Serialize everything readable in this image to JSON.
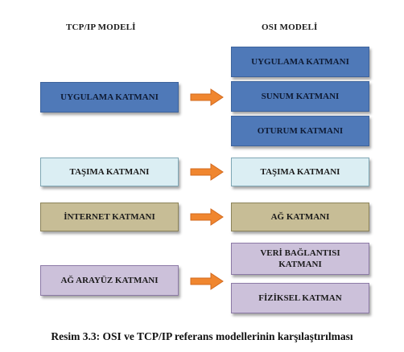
{
  "headers": {
    "tcpip": "TCP/IP MODELİ",
    "osi": "OSI MODELİ"
  },
  "tcpip_layers": [
    "UYGULAMA KATMANI",
    "TAŞIMA KATMANI",
    "İNTERNET KATMANI",
    "AĞ ARAYÜZ KATMANI"
  ],
  "osi_layers": [
    "UYGULAMA KATMANI",
    "SUNUM KATMANI",
    "OTURUM KATMANI",
    "TAŞIMA KATMANI",
    "AĞ KATMANI",
    "VERİ BAĞLANTISI KATMANI",
    "FİZİKSEL KATMAN"
  ],
  "colors": {
    "application": "#4f79b8",
    "transport": "#dbeef3",
    "internet": "#c7bd96",
    "network_access": "#ccc1da",
    "arrow": "#f0862f"
  },
  "caption": "Resim 3.3: OSI ve TCP/IP referans modellerinin karşılaştırılması"
}
